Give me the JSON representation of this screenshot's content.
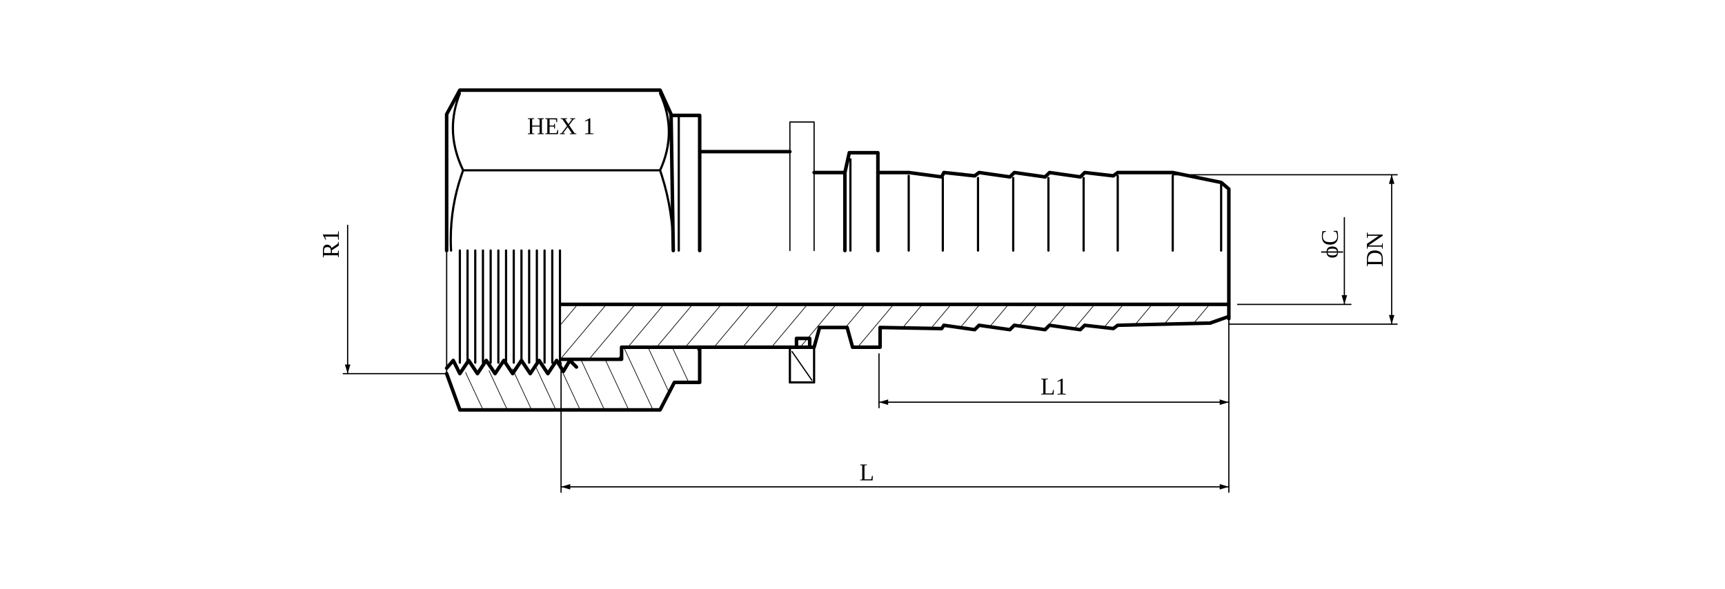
{
  "drawing": {
    "title": "Hose fitting cross-section",
    "hex_label": "HEX 1",
    "dimensions": {
      "thread": "R1",
      "overall_length": "L",
      "tail_length": "L1",
      "bore_diameter": "ϕC",
      "nominal_diameter": "DN"
    },
    "line_color": "#000000",
    "background": "#ffffff"
  }
}
